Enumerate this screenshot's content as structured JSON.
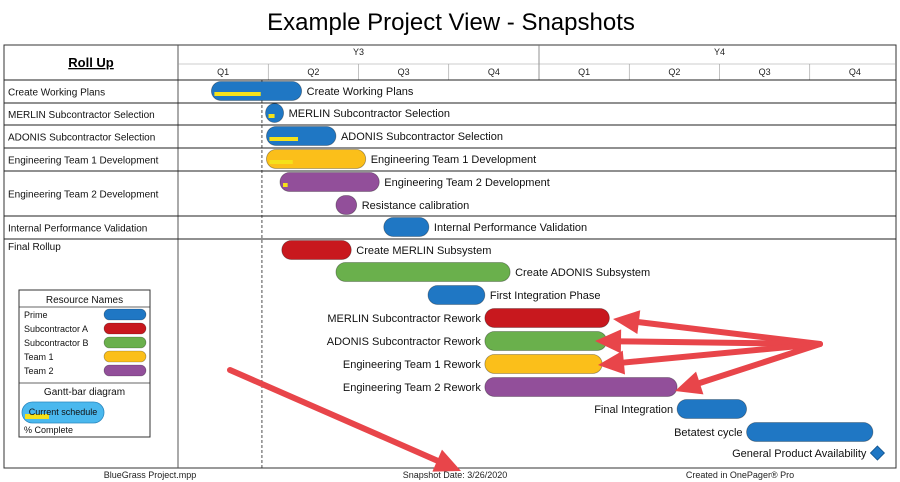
{
  "title": "Example Project View - Snapshots",
  "roll_up_label": "Roll Up",
  "colors": {
    "Prime": "#1f77c4",
    "Subcontractor A": "#c8181e",
    "Subcontractor B": "#6ab04c",
    "Team 1": "#fbbf1a",
    "Team 2": "#924f9a",
    "current_schedule": "#4ab8ee",
    "complete": "#f5e11a",
    "arrow": "#e8454a"
  },
  "chart_data": {
    "type": "gantt",
    "timeline": {
      "years": [
        {
          "label": "Y3",
          "quarters": [
            "Q1",
            "Q2",
            "Q3",
            "Q4"
          ]
        },
        {
          "label": "Y4",
          "quarters": [
            "Q1",
            "Q2",
            "Q3",
            "Q4"
          ]
        }
      ],
      "snapshot_position_quarters": 0.93
    },
    "rows": [
      {
        "label": "Create Working Plans",
        "tasks": [
          {
            "name": "Create Working Plans",
            "resource": "Prime",
            "start": 0.37,
            "end": 1.37,
            "complete": 0.55
          }
        ]
      },
      {
        "label": "MERLIN Subcontractor Selection",
        "tasks": [
          {
            "name": "MERLIN Subcontractor Selection",
            "resource": "Prime",
            "start": 0.97,
            "end": 1.17,
            "complete": 0.5
          }
        ]
      },
      {
        "label": "ADONIS Subcontractor Selection",
        "tasks": [
          {
            "name": "ADONIS Subcontractor Selection",
            "resource": "Prime",
            "start": 0.98,
            "end": 1.75,
            "complete": 0.45
          }
        ]
      },
      {
        "label": "Engineering Team 1 Development",
        "tasks": [
          {
            "name": "Engineering Team 1 Development",
            "resource": "Team 1",
            "start": 0.98,
            "end": 2.08,
            "complete": 0.25
          }
        ]
      },
      {
        "label": "Engineering Team 2 Development",
        "tasks": [
          {
            "name": "Engineering Team 2 Development",
            "resource": "Team 2",
            "start": 1.13,
            "end": 2.23,
            "complete": 0.05
          },
          {
            "name": "Resistance calibration",
            "resource": "Team 2",
            "start": 1.75,
            "end": 1.98,
            "complete": 0
          }
        ]
      },
      {
        "label": "Internal Performance Validation",
        "tasks": [
          {
            "name": "Internal Performance Validation",
            "resource": "Prime",
            "start": 2.28,
            "end": 2.78,
            "complete": 0
          }
        ]
      },
      {
        "label": "Final Rollup",
        "tasks": [
          {
            "name": "Create MERLIN Subsystem",
            "resource": "Subcontractor A",
            "start": 1.15,
            "end": 1.92,
            "complete": 0
          },
          {
            "name": "Create ADONIS Subsystem",
            "resource": "Subcontractor B",
            "start": 1.75,
            "end": 3.68,
            "complete": 0
          },
          {
            "name": "First Integration Phase",
            "resource": "Prime",
            "start": 2.77,
            "end": 3.4,
            "complete": 0
          },
          {
            "name": "MERLIN Subcontractor Rework",
            "resource": "Subcontractor A",
            "start": 3.4,
            "end": 4.78,
            "complete": 0,
            "label_side": "left"
          },
          {
            "name": "ADONIS Subcontractor Rework",
            "resource": "Subcontractor B",
            "start": 3.4,
            "end": 4.75,
            "complete": 0,
            "label_side": "left"
          },
          {
            "name": "Engineering Team 1 Rework",
            "resource": "Team 1",
            "start": 3.4,
            "end": 4.7,
            "complete": 0,
            "label_side": "left"
          },
          {
            "name": "Engineering Team 2 Rework",
            "resource": "Team 2",
            "start": 3.4,
            "end": 5.53,
            "complete": 0,
            "label_side": "left"
          },
          {
            "name": "Final Integration",
            "resource": "Prime",
            "start": 5.53,
            "end": 6.3,
            "complete": 0,
            "label_side": "left"
          },
          {
            "name": "Betatest cycle",
            "resource": "Prime",
            "start": 6.3,
            "end": 7.7,
            "complete": 0,
            "label_side": "left"
          },
          {
            "name": "General Product Availability",
            "resource": "Prime",
            "milestone": true,
            "at": 7.75,
            "label_side": "left"
          }
        ]
      }
    ]
  },
  "legend": {
    "title": "Resource Names",
    "items": [
      {
        "label": "Prime",
        "resource": "Prime"
      },
      {
        "label": "Subcontractor A",
        "resource": "Subcontractor A"
      },
      {
        "label": "Subcontractor B",
        "resource": "Subcontractor B"
      },
      {
        "label": "Team 1",
        "resource": "Team 1"
      },
      {
        "label": "Team 2",
        "resource": "Team 2"
      }
    ],
    "diagram_title": "Gantt-bar diagram",
    "current_schedule": "Current schedule",
    "percent_complete": "% Complete"
  },
  "footer": {
    "left": "BlueGrass Project.mpp",
    "center": "Snapshot Date: 3/26/2020",
    "right": "Created in OnePager® Pro"
  }
}
